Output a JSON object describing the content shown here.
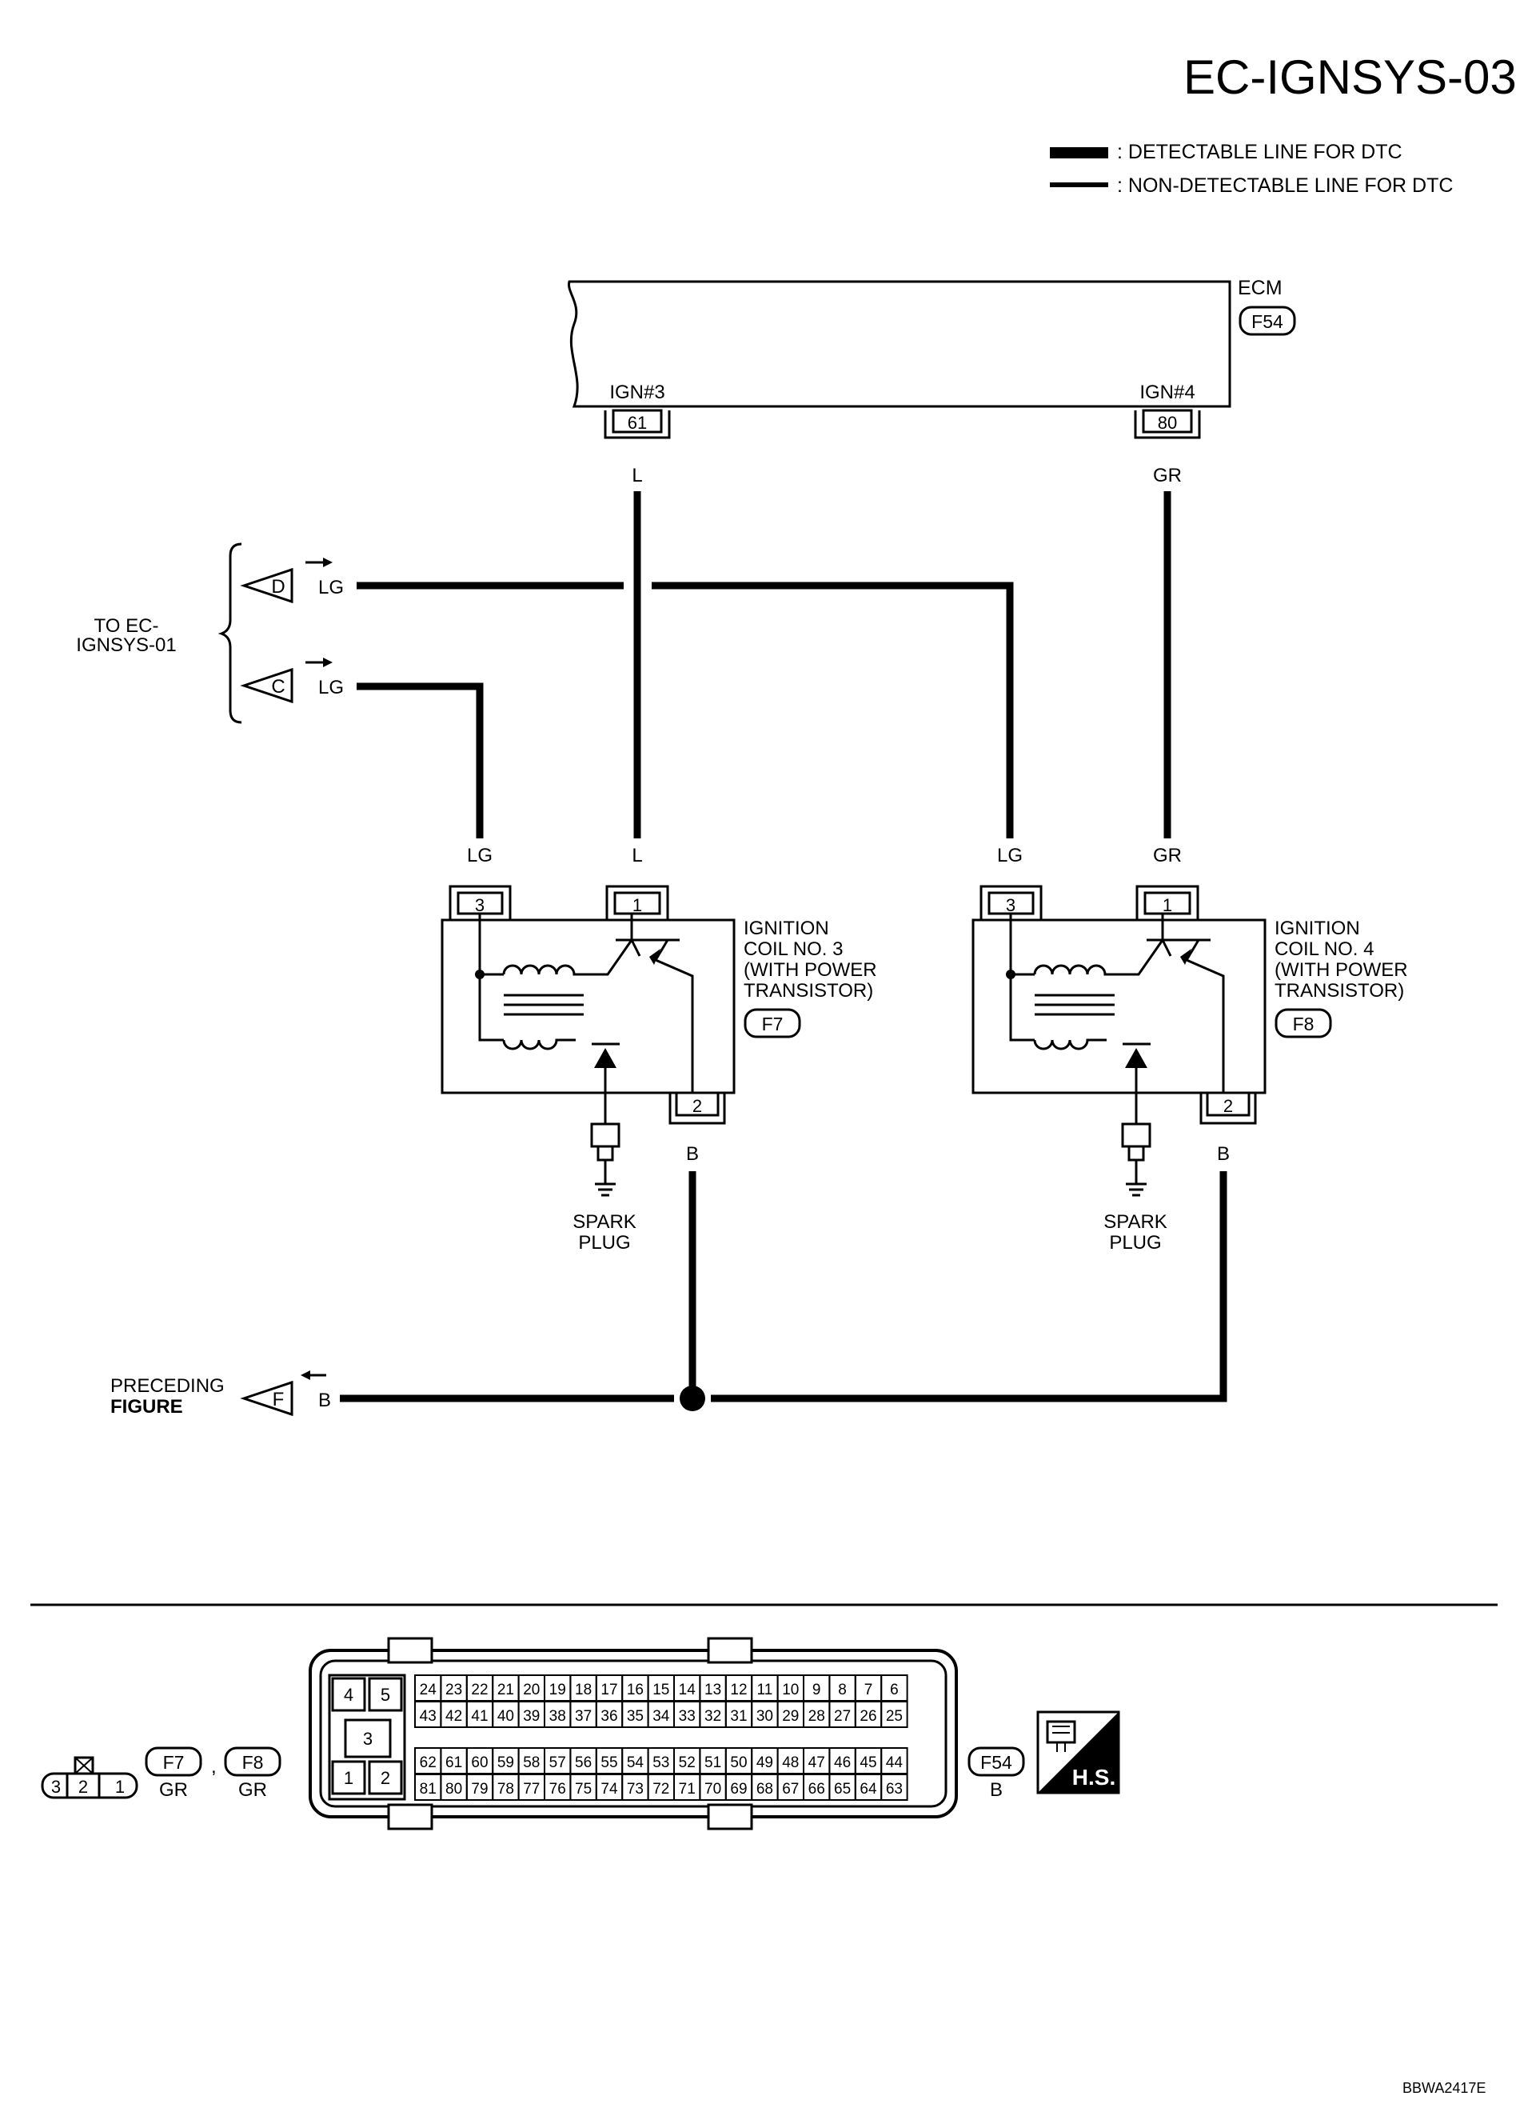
{
  "title": "EC-IGNSYS-03",
  "legend": {
    "detectable": ": DETECTABLE LINE FOR DTC",
    "non_detectable": ": NON-DETECTABLE LINE FOR DTC"
  },
  "ecm": {
    "label": "ECM",
    "connector": "F54",
    "pins": [
      {
        "name": "IGN#3",
        "num": "61",
        "wire": "L"
      },
      {
        "name": "IGN#4",
        "num": "80",
        "wire": "GR"
      }
    ]
  },
  "to_ref": {
    "label_line1": "TO EC-",
    "label_line2": "IGNSYS-01",
    "connectors": [
      {
        "letter": "D",
        "wire": "LG"
      },
      {
        "letter": "C",
        "wire": "LG"
      }
    ]
  },
  "coils": [
    {
      "name_lines": [
        "IGNITION",
        "COIL NO. 3",
        "(WITH POWER",
        "TRANSISTOR)"
      ],
      "connector": "F7",
      "pins": [
        {
          "num": "3",
          "wire": "LG"
        },
        {
          "num": "1",
          "wire": "L"
        },
        {
          "num": "2",
          "wire": "B"
        }
      ],
      "plug_lines": [
        "SPARK",
        "PLUG"
      ]
    },
    {
      "name_lines": [
        "IGNITION",
        "COIL NO. 4",
        "(WITH POWER",
        "TRANSISTOR)"
      ],
      "connector": "F8",
      "pins": [
        {
          "num": "3",
          "wire": "LG"
        },
        {
          "num": "1",
          "wire": "GR"
        },
        {
          "num": "2",
          "wire": "B"
        }
      ],
      "plug_lines": [
        "SPARK",
        "PLUG"
      ]
    }
  ],
  "preceding": {
    "line1": "PRECEDING",
    "line2": "FIGURE",
    "letter": "F",
    "wire": "B"
  },
  "connector_views": {
    "small": {
      "pins": [
        "3",
        "2",
        "1"
      ]
    },
    "f7": {
      "id": "F7",
      "color": "GR"
    },
    "f8": {
      "id": "F8",
      "color": "GR"
    },
    "separator": ",",
    "ecm_left_blocks": [
      "4",
      "5",
      "3",
      "1",
      "2"
    ],
    "ecm_rows": [
      [
        "24",
        "23",
        "22",
        "21",
        "20",
        "19",
        "18",
        "17",
        "16",
        "15",
        "14",
        "13",
        "12",
        "11",
        "10",
        "9",
        "8",
        "7",
        "6"
      ],
      [
        "43",
        "42",
        "41",
        "40",
        "39",
        "38",
        "37",
        "36",
        "35",
        "34",
        "33",
        "32",
        "31",
        "30",
        "29",
        "28",
        "27",
        "26",
        "25"
      ],
      [
        "62",
        "61",
        "60",
        "59",
        "58",
        "57",
        "56",
        "55",
        "54",
        "53",
        "52",
        "51",
        "50",
        "49",
        "48",
        "47",
        "46",
        "45",
        "44"
      ],
      [
        "81",
        "80",
        "79",
        "78",
        "77",
        "76",
        "75",
        "74",
        "73",
        "72",
        "71",
        "70",
        "69",
        "68",
        "67",
        "66",
        "65",
        "64",
        "63"
      ]
    ],
    "f54": {
      "id": "F54",
      "color": "B"
    },
    "hs_label": "H.S."
  },
  "figure_code": "BBWA2417E"
}
